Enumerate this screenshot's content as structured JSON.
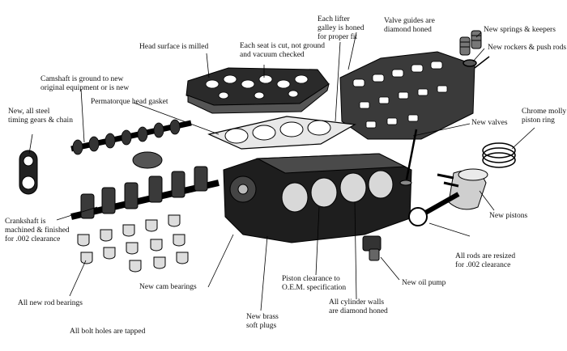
{
  "labels": {
    "head_milled": "Head surface is milled",
    "seat_cut": "Each seat is cut, not ground\nand vacuum checked",
    "lifter_galley": "Each lifter\ngalley is honed\nfor proper fit",
    "valve_guides": "Valve guides are\ndiamond honed",
    "springs_keepers": "New springs & keepers",
    "rockers_pushrods": "New rockers & push rods",
    "camshaft": "Camshaft is ground to new\noriginal equipment or is new",
    "head_gasket": "Permatorque head gasket",
    "timing_gears": "New, all steel\ntiming gears & chain",
    "new_valves": "New valves",
    "piston_ring": "Chrome molly\npiston ring",
    "crankshaft": "Crankshaft is\nmachined & finished\nfor .002 clearance",
    "new_pistons": "New pistons",
    "rods_resized": "All rods are resized\nfor .002 clearance",
    "oil_pump": "New oil pump",
    "piston_clearance": "Piston clearance to\nO.E.M. specification",
    "cam_bearings": "New cam bearings",
    "rod_bearings": "All new rod bearings",
    "cylinder_walls": "All cylinder walls\nare diamond honed",
    "brass_plugs": "New brass\nsoft plugs",
    "bolt_holes": "All bolt holes are tapped"
  }
}
